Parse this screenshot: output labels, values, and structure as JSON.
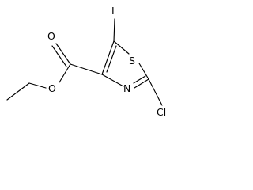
{
  "molecule": {
    "atoms": {
      "iodine": "I",
      "sulfur": "S",
      "nitrogen": "N",
      "chlorine": "Cl",
      "carbonyl_oxygen": "O",
      "ester_oxygen": "O"
    }
  },
  "colors": {
    "background": "#ffffff",
    "bond": "#000000",
    "label": "#000000"
  }
}
